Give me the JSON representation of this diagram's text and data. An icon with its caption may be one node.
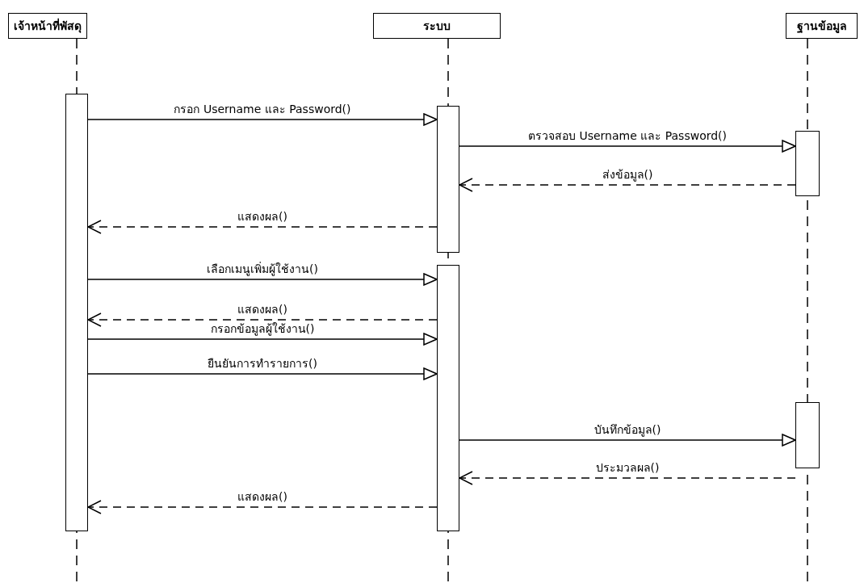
{
  "diagram": {
    "nodes": [
      {
        "text": [
          "เจ้าหน้าที่พัสดุ"
        ]
      },
      {
        "text": [
          "ระบบ"
        ]
      },
      {
        "text": [
          "ฐานข้อมูล"
        ]
      },
      {
        "text": [],
        "shape": "bar"
      },
      {
        "text": [],
        "shape": "bar"
      },
      {
        "text": [],
        "shape": "bar"
      },
      {
        "text": [],
        "shape": "bar"
      },
      {
        "text": [],
        "shape": "bar"
      }
    ],
    "edges": [
      {
        "from": 3,
        "to": 4,
        "arrow": "to",
        "label": "กรอก Username และ Password()"
      },
      {
        "from": 4,
        "to": 5,
        "arrow": "to",
        "label": "ตรวจสอบ Username และ Password()"
      },
      {
        "from": 5,
        "to": 4,
        "arrow": "to",
        "label": "ส่งข้อมูล()",
        "style": "dashed"
      },
      {
        "from": 4,
        "to": 3,
        "arrow": "to",
        "label": "แสดงผล()",
        "style": "dashed"
      },
      {
        "from": 3,
        "to": 6,
        "arrow": "to",
        "label": "เลือกเมนูเพิ่มผู้ใช้งาน()"
      },
      {
        "from": 6,
        "to": 3,
        "arrow": "to",
        "label": "แสดงผล()",
        "style": "dashed"
      },
      {
        "from": 3,
        "to": 6,
        "arrow": "to",
        "label": "กรอกข้อมูลผู้ใช้งาน()"
      },
      {
        "from": 3,
        "to": 6,
        "arrow": "to",
        "label": "ยืนยันการทำรายการ()"
      },
      {
        "from": 6,
        "to": 7,
        "arrow": "to",
        "label": "บันทึกข้อมูล()"
      },
      {
        "from": 7,
        "to": 6,
        "arrow": "to",
        "label": "ประมวลผล()",
        "style": "dashed"
      },
      {
        "from": 6,
        "to": 3,
        "arrow": "to",
        "label": "แสดงผล()",
        "style": "dashed"
      }
    ]
  }
}
